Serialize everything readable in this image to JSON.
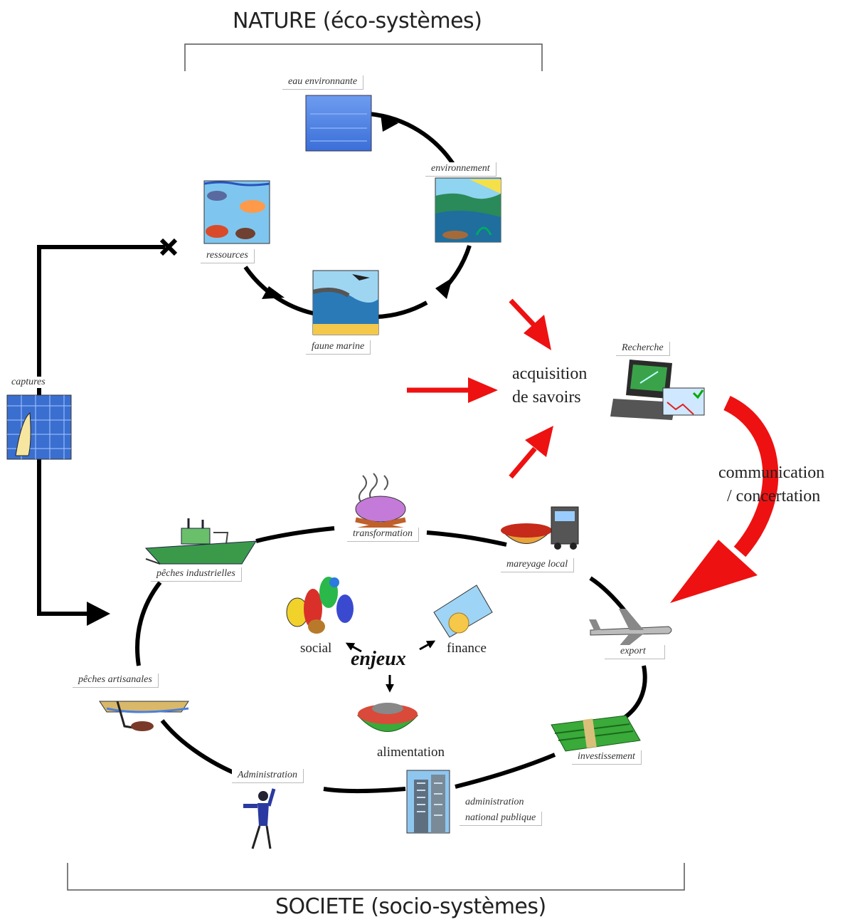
{
  "titles": {
    "nature": "NATURE (éco-systèmes)",
    "societe": "SOCIETE (socio-systèmes)"
  },
  "nature_cycle": {
    "eau": "eau environnante",
    "environnement": "environnement",
    "faune": "faune marine",
    "ressources": "ressources"
  },
  "captures": "captures",
  "knowledge": {
    "line1": "acquisition",
    "line2": "de savoirs",
    "recherche": "Recherche",
    "comm1": "communication",
    "comm2": "/ concertation"
  },
  "society_cycle": {
    "transformation": "transformation",
    "mareyage": "mareyage local",
    "export": "export",
    "investissement": "investissement",
    "admin_nat1": "administration",
    "admin_nat2": "national publique",
    "administration": "Administration",
    "artisanales": "pêches artisanales",
    "industrielles": "pêches industrielles"
  },
  "enjeux": {
    "center": "enjeux",
    "social": "social",
    "finance": "finance",
    "alimentation": "alimentation"
  },
  "colors": {
    "cycle": "#000000",
    "knowledge_arrow": "#ee1111",
    "water_blue": "#4a7fe0"
  }
}
